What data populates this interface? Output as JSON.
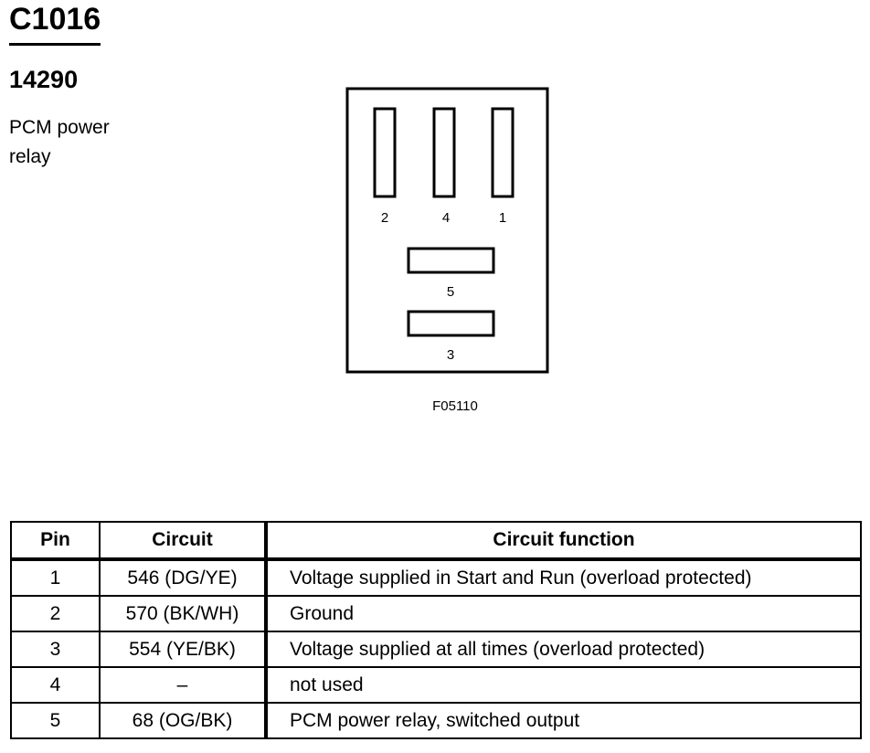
{
  "header": {
    "connector_id": "C1016",
    "part_number": "14290",
    "description": "PCM power relay"
  },
  "diagram": {
    "figure_code": "F05110",
    "terminals": [
      {
        "pin": "2",
        "orientation": "vertical"
      },
      {
        "pin": "4",
        "orientation": "vertical"
      },
      {
        "pin": "1",
        "orientation": "vertical"
      },
      {
        "pin": "5",
        "orientation": "horizontal"
      },
      {
        "pin": "3",
        "orientation": "horizontal"
      }
    ]
  },
  "table": {
    "headers": {
      "pin": "Pin",
      "circuit": "Circuit",
      "function": "Circuit function"
    },
    "rows": [
      {
        "pin": "1",
        "circuit": "546 (DG/YE)",
        "function": "Voltage supplied in Start and Run (overload protected)"
      },
      {
        "pin": "2",
        "circuit": "570 (BK/WH)",
        "function": "Ground"
      },
      {
        "pin": "3",
        "circuit": "554 (YE/BK)",
        "function": "Voltage supplied at all times (overload protected)"
      },
      {
        "pin": "4",
        "circuit": "–",
        "function": "not used"
      },
      {
        "pin": "5",
        "circuit": "68 (OG/BK)",
        "function": "PCM power relay, switched output"
      }
    ]
  }
}
